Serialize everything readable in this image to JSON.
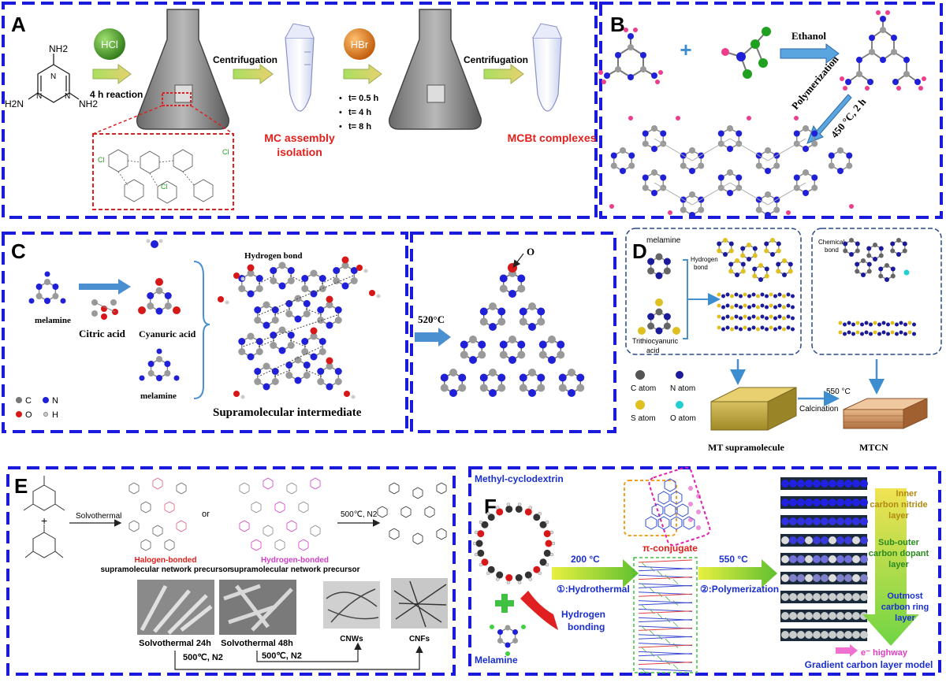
{
  "colors": {
    "frame": "#1a1adc",
    "red_text": "#e0201c",
    "blue_text": "#1a2fd0",
    "carbon": "#9a9a9a",
    "nitrogen": "#2020d8",
    "hydrogen": "#f03c8c",
    "oxygen": "#d81818",
    "sulfur": "#d8c020",
    "chlorine": "#20a020",
    "arrow_blue": "#3c8ed0",
    "arrow_green": "#8cd030"
  },
  "panel_a": {
    "label": "A",
    "nh2_top": "NH2",
    "nh2_right": "NH2",
    "h2n_left": "H2N",
    "reagent1": "HCl",
    "reaction_time": "4 h reaction",
    "step1": "Centrifugation",
    "reagent2": "HBr",
    "times": [
      "t= 0.5 h",
      "t= 4 h",
      "t= 8 h"
    ],
    "step2": "Centrifugation",
    "product1_line1": "MC assembly",
    "product1_line2": "isolation",
    "product2": "MCBt complexes"
  },
  "panel_b": {
    "label": "B",
    "solvent": "Ethanol",
    "step": "Polymerization",
    "condition": "450 °C, 2 h"
  },
  "panel_c": {
    "label": "C",
    "reactant1": "melamine",
    "reactant2": "Citric acid",
    "product_a": "Cyanuric acid",
    "product_b": "melamine",
    "hbond": "Hydrogen bond",
    "intermediate": "Supramolecular  intermediate",
    "temperature": "520°C",
    "o_label": "O",
    "legend": [
      "C",
      "N",
      "O",
      "H"
    ]
  },
  "panel_d": {
    "label": "D",
    "melamine": "melamine",
    "hbond_line1": "Hydrogen",
    "hbond_line2": "bond",
    "chem_line1": "Chemical",
    "chem_line2": "bond",
    "tta_line1": "Trithiocyanuric",
    "tta_line2": "acid",
    "legend": [
      "C atom",
      "N atom",
      "S atom",
      "O atom"
    ],
    "temperature": "550 °C",
    "process": "Calcination",
    "product1": "MT supramolecule",
    "product2": "MTCN"
  },
  "panel_e": {
    "label": "E",
    "step1": "Solvothermal",
    "or": "or",
    "condition": "500℃, N2",
    "halogen": "Halogen-bonded",
    "hydrogen": "Hydrogen-bonded",
    "precursor": "supramolecular network precursor",
    "sem1": "Solvothermal 24h",
    "sem2": "Solvothermal 48h",
    "sem3": "CNWs",
    "sem4": "CNFs",
    "cond_bottom1": "500℃, N2",
    "cond_bottom2": "500℃, N2",
    "plus": "+"
  },
  "panel_f": {
    "label": "F",
    "reactant1": "Methyl-cyclodextrin",
    "reactant2": "Melamine",
    "temp1": "200 °C",
    "step1": "①:Hydrothermal",
    "hbond_line1": "Hydrogen",
    "hbond_line2": "bonding",
    "conjugate": "π-conjugate",
    "temp2": "550 °C",
    "step2": "②:Polymerization",
    "layer1_line1": "Inner",
    "layer1_line2": "carbon nitride",
    "layer1_line3": "layer",
    "layer2_line1": "Sub-outer",
    "layer2_line2": "carbon dopant",
    "layer2_line3": "layer",
    "layer3_line1": "Outmost",
    "layer3_line2": "carbon ring",
    "layer3_line3": "layer",
    "highway": "e⁻ highway",
    "model": "Gradient carbon layer model"
  }
}
